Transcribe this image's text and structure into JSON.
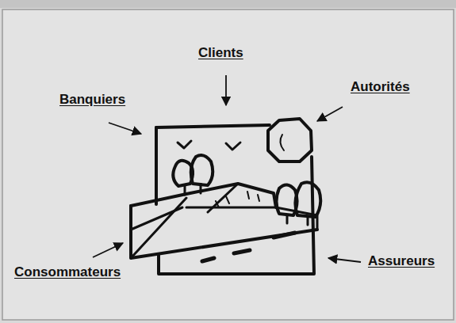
{
  "diagram": {
    "labels": [
      "Clients",
      "Banquiers",
      "Autorités",
      "Consommateurs",
      "Assureurs"
    ]
  }
}
